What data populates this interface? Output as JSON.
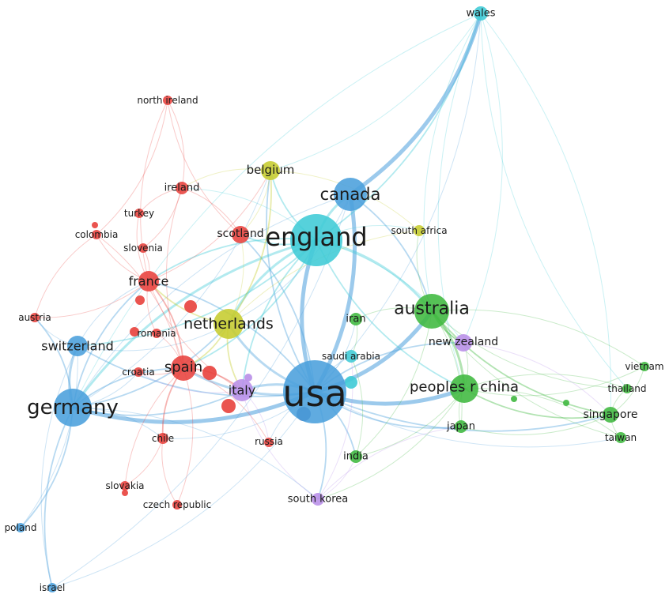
{
  "colors": {
    "red": "#e8413c",
    "blue": "#4a9fdc",
    "cyan": "#3fcbd6",
    "yellow": "#c6cc2e",
    "green": "#3fb83f",
    "purple": "#b88ee8",
    "navy": "#3f5a9e"
  },
  "nodes": [
    {
      "id": "usa",
      "label": "usa",
      "cluster": "blue",
      "weight": 10
    },
    {
      "id": "england",
      "label": "england",
      "cluster": "cyan",
      "weight": 7
    },
    {
      "id": "germany",
      "label": "germany",
      "cluster": "blue",
      "weight": 5
    },
    {
      "id": "canada",
      "label": "canada",
      "cluster": "blue",
      "weight": 5
    },
    {
      "id": "australia",
      "label": "australia",
      "cluster": "green",
      "weight": 5
    },
    {
      "id": "netherlands",
      "label": "netherlands",
      "cluster": "yellow",
      "weight": 4.2
    },
    {
      "id": "peoples-r-china",
      "label": "peoples r china",
      "cluster": "green",
      "weight": 4
    },
    {
      "id": "spain",
      "label": "spain",
      "cluster": "red",
      "weight": 3.4
    },
    {
      "id": "italy",
      "label": "italy",
      "cluster": "purple",
      "weight": 3.2
    },
    {
      "id": "switzerland",
      "label": "switzerland",
      "cluster": "blue",
      "weight": 3
    },
    {
      "id": "france",
      "label": "france",
      "cluster": "red",
      "weight": 3
    },
    {
      "id": "belgium",
      "label": "belgium",
      "cluster": "yellow",
      "weight": 3
    },
    {
      "id": "scotland",
      "label": "scotland",
      "cluster": "red",
      "weight": 2.8
    },
    {
      "id": "new-zealand",
      "label": "new zealand",
      "cluster": "purple",
      "weight": 2.8
    },
    {
      "id": "singapore",
      "label": "singapore",
      "cluster": "green",
      "weight": 2.6
    },
    {
      "id": "wales",
      "label": "wales",
      "cluster": "cyan",
      "weight": 2.4
    },
    {
      "id": "ireland",
      "label": "ireland",
      "cluster": "red",
      "weight": 2.3
    },
    {
      "id": "south-korea",
      "label": "south korea",
      "cluster": "purple",
      "weight": 2.4
    },
    {
      "id": "japan",
      "label": "japan",
      "cluster": "green",
      "weight": 2.3
    },
    {
      "id": "india",
      "label": "india",
      "cluster": "green",
      "weight": 2.3
    },
    {
      "id": "iran",
      "label": "iran",
      "cluster": "green",
      "weight": 2.2
    },
    {
      "id": "saudi-arabia",
      "label": "saudi arabia",
      "cluster": "cyan",
      "weight": 2.2
    },
    {
      "id": "south-africa",
      "label": "south africa",
      "cluster": "yellow",
      "weight": 2.2
    },
    {
      "id": "chile",
      "label": "chile",
      "cluster": "red",
      "weight": 2.2
    },
    {
      "id": "austria",
      "label": "austria",
      "cluster": "red",
      "weight": 2.2
    },
    {
      "id": "taiwan",
      "label": "taiwan",
      "cluster": "green",
      "weight": 2.1
    },
    {
      "id": "thailand",
      "label": "thailand",
      "cluster": "green",
      "weight": 2
    },
    {
      "id": "vietnam",
      "label": "vietnam",
      "cluster": "green",
      "weight": 2
    },
    {
      "id": "russia",
      "label": "russia",
      "cluster": "red",
      "weight": 2
    },
    {
      "id": "croatia",
      "label": "croatia",
      "cluster": "red",
      "weight": 2
    },
    {
      "id": "romania",
      "label": "romania",
      "cluster": "red",
      "weight": 2
    },
    {
      "id": "slovenia",
      "label": "slovenia",
      "cluster": "red",
      "weight": 2
    },
    {
      "id": "turkey",
      "label": "turkey",
      "cluster": "red",
      "weight": 2
    },
    {
      "id": "colombia",
      "label": "colombia",
      "cluster": "red",
      "weight": 2
    },
    {
      "id": "north-ireland",
      "label": "north ireland",
      "cluster": "red",
      "weight": 2
    },
    {
      "id": "slovakia",
      "label": "slovakia",
      "cluster": "red",
      "weight": 2
    },
    {
      "id": "czech-republic",
      "label": "czech republic",
      "cluster": "red",
      "weight": 2
    },
    {
      "id": "poland",
      "label": "poland",
      "cluster": "blue",
      "weight": 2
    },
    {
      "id": "israel",
      "label": "israel",
      "cluster": "blue",
      "weight": 2
    }
  ],
  "edges": [
    [
      "usa",
      "england",
      5
    ],
    [
      "usa",
      "canada",
      4
    ],
    [
      "usa",
      "germany",
      4
    ],
    [
      "usa",
      "australia",
      4
    ],
    [
      "usa",
      "netherlands",
      3
    ],
    [
      "usa",
      "peoples-r-china",
      4
    ],
    [
      "usa",
      "spain",
      3
    ],
    [
      "usa",
      "italy",
      3
    ],
    [
      "usa",
      "switzerland",
      2
    ],
    [
      "usa",
      "france",
      2
    ],
    [
      "usa",
      "belgium",
      2
    ],
    [
      "usa",
      "scotland",
      2
    ],
    [
      "usa",
      "new-zealand",
      2
    ],
    [
      "usa",
      "singapore",
      2
    ],
    [
      "usa",
      "south-korea",
      2
    ],
    [
      "usa",
      "japan",
      2
    ],
    [
      "usa",
      "india",
      2
    ],
    [
      "usa",
      "iran",
      1
    ],
    [
      "usa",
      "saudi-arabia",
      1
    ],
    [
      "usa",
      "taiwan",
      1
    ],
    [
      "usa",
      "israel",
      1
    ],
    [
      "usa",
      "wales",
      1
    ],
    [
      "usa",
      "chile",
      1
    ],
    [
      "usa",
      "russia",
      1
    ],
    [
      "england",
      "canada",
      3
    ],
    [
      "england",
      "germany",
      3
    ],
    [
      "england",
      "australia",
      3
    ],
    [
      "england",
      "netherlands",
      3
    ],
    [
      "england",
      "spain",
      2
    ],
    [
      "england",
      "italy",
      2
    ],
    [
      "england",
      "scotland",
      2
    ],
    [
      "england",
      "france",
      2
    ],
    [
      "england",
      "belgium",
      2
    ],
    [
      "england",
      "wales",
      2
    ],
    [
      "england",
      "switzerland",
      2
    ],
    [
      "england",
      "peoples-r-china",
      2
    ],
    [
      "england",
      "new-zealand",
      1
    ],
    [
      "england",
      "ireland",
      1
    ],
    [
      "england",
      "south-africa",
      1
    ],
    [
      "canada",
      "wales",
      4
    ],
    [
      "canada",
      "australia",
      2
    ],
    [
      "canada",
      "germany",
      1
    ],
    [
      "canada",
      "netherlands",
      1
    ],
    [
      "wales",
      "australia",
      1
    ],
    [
      "wales",
      "singapore",
      1
    ],
    [
      "wales",
      "peoples-r-china",
      1
    ],
    [
      "wales",
      "belgium",
      1
    ],
    [
      "wales",
      "germany",
      1
    ],
    [
      "wales",
      "new-zealand",
      1
    ],
    [
      "wales",
      "thailand",
      1
    ],
    [
      "germany",
      "switzerland",
      3
    ],
    [
      "germany",
      "netherlands",
      2
    ],
    [
      "germany",
      "spain",
      2
    ],
    [
      "germany",
      "italy",
      2
    ],
    [
      "germany",
      "france",
      2
    ],
    [
      "germany",
      "austria",
      2
    ],
    [
      "germany",
      "poland",
      2
    ],
    [
      "germany",
      "israel",
      2
    ],
    [
      "germany",
      "chile",
      1
    ],
    [
      "germany",
      "croatia",
      1
    ],
    [
      "germany",
      "south-korea",
      1
    ],
    [
      "germany",
      "belgium",
      1
    ],
    [
      "switzerland",
      "austria",
      1
    ],
    [
      "switzerland",
      "netherlands",
      1
    ],
    [
      "switzerland",
      "france",
      1
    ],
    [
      "australia",
      "new-zealand",
      2
    ],
    [
      "australia",
      "peoples-r-china",
      3
    ],
    [
      "australia",
      "singapore",
      2
    ],
    [
      "australia",
      "india",
      1
    ],
    [
      "australia",
      "iran",
      1
    ],
    [
      "australia",
      "japan",
      1
    ],
    [
      "australia",
      "thailand",
      1
    ],
    [
      "australia",
      "vietnam",
      1
    ],
    [
      "australia",
      "taiwan",
      1
    ],
    [
      "australia",
      "south-africa",
      1
    ],
    [
      "peoples-r-china",
      "singapore",
      2
    ],
    [
      "peoples-r-china",
      "taiwan",
      1
    ],
    [
      "peoples-r-china",
      "japan",
      1
    ],
    [
      "peoples-r-china",
      "thailand",
      1
    ],
    [
      "peoples-r-china",
      "vietnam",
      1
    ],
    [
      "peoples-r-china",
      "india",
      1
    ],
    [
      "peoples-r-china",
      "new-zealand",
      1
    ],
    [
      "peoples-r-china",
      "south-korea",
      1
    ],
    [
      "singapore",
      "taiwan",
      1
    ],
    [
      "singapore",
      "thailand",
      1
    ],
    [
      "singapore",
      "vietnam",
      1
    ],
    [
      "singapore",
      "japan",
      1
    ],
    [
      "netherlands",
      "belgium",
      2
    ],
    [
      "netherlands",
      "spain",
      2
    ],
    [
      "netherlands",
      "italy",
      2
    ],
    [
      "netherlands",
      "france",
      2
    ],
    [
      "netherlands",
      "scotland",
      1
    ],
    [
      "netherlands",
      "south-africa",
      1
    ],
    [
      "spain",
      "france",
      2
    ],
    [
      "spain",
      "italy",
      2
    ],
    [
      "spain",
      "chile",
      2
    ],
    [
      "spain",
      "croatia",
      1
    ],
    [
      "spain",
      "romania",
      1
    ],
    [
      "spain",
      "russia",
      1
    ],
    [
      "spain",
      "colombia",
      1
    ],
    [
      "spain",
      "czech-republic",
      1
    ],
    [
      "spain",
      "slovakia",
      1
    ],
    [
      "spain",
      "ireland",
      1
    ],
    [
      "france",
      "italy",
      1
    ],
    [
      "france",
      "austria",
      1
    ],
    [
      "france",
      "romania",
      1
    ],
    [
      "france",
      "turkey",
      1
    ],
    [
      "france",
      "slovenia",
      1
    ],
    [
      "france",
      "colombia",
      1
    ],
    [
      "france",
      "belgium",
      1
    ],
    [
      "italy",
      "russia",
      1
    ],
    [
      "italy",
      "south-korea",
      1
    ],
    [
      "italy",
      "croatia",
      1
    ],
    [
      "ireland",
      "north-ireland",
      1
    ],
    [
      "ireland",
      "scotland",
      1
    ],
    [
      "ireland",
      "turkey",
      1
    ],
    [
      "ireland",
      "slovenia",
      1
    ],
    [
      "north-ireland",
      "scotland",
      1
    ],
    [
      "north-ireland",
      "colombia",
      1
    ],
    [
      "north-ireland",
      "france",
      1
    ],
    [
      "belgium",
      "scotland",
      1
    ],
    [
      "belgium",
      "ireland",
      1
    ],
    [
      "belgium",
      "south-africa",
      1
    ],
    [
      "south-korea",
      "india",
      1
    ],
    [
      "south-korea",
      "japan",
      1
    ],
    [
      "south-korea",
      "saudi-arabia",
      1
    ],
    [
      "iran",
      "saudi-arabia",
      1
    ],
    [
      "india",
      "saudi-arabia",
      1
    ],
    [
      "new-zealand",
      "singapore",
      1
    ],
    [
      "poland",
      "switzerland",
      1
    ],
    [
      "israel",
      "switzerland",
      1
    ],
    [
      "israel",
      "canada",
      1
    ],
    [
      "chile",
      "slovakia",
      1
    ],
    [
      "chile",
      "czech-republic",
      1
    ],
    [
      "austria",
      "colombia",
      1
    ]
  ]
}
